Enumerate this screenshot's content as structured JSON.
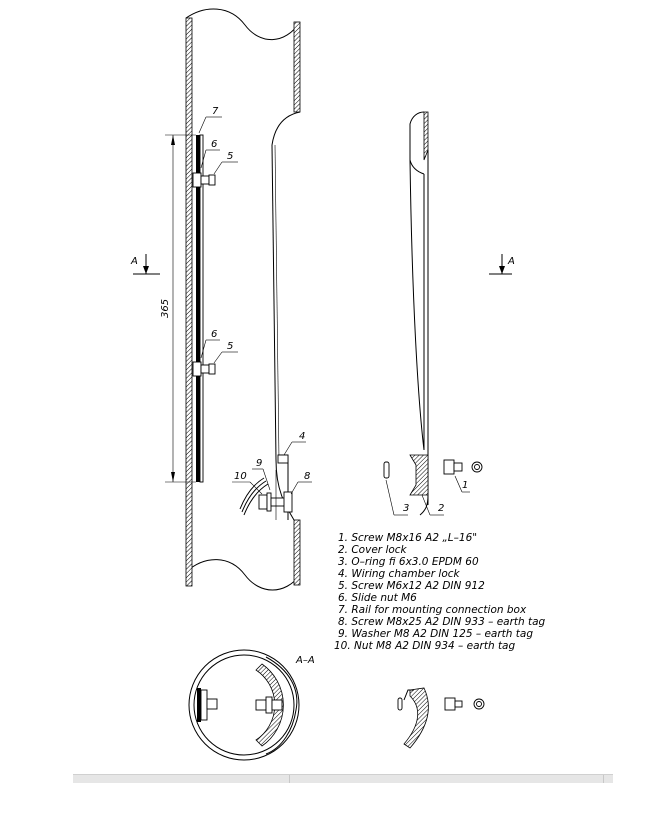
{
  "callouts": {
    "top_7": "7",
    "top_6": "6",
    "top_5": "5",
    "mid_6": "6",
    "mid_5": "5",
    "bot_4": "4",
    "bot_9": "9",
    "bot_10": "10",
    "bot_8": "8",
    "side_1": "1",
    "side_2": "2",
    "side_3": "3"
  },
  "dimension": "365",
  "section_mark_left": "A",
  "section_mark_right": "A",
  "section_title": "A–A",
  "legend": [
    "1. Screw M8x16 A2 „L–16\"",
    "2. Cover lock",
    "3. O–ring fi 6x3.0 EPDM 60",
    "4. Wiring chamber lock",
    "5. Screw M6x12 A2 DIN 912",
    "6. Slide nut M6",
    "7. Rail for mounting connection box",
    "8. Screw M8x25 A2 DIN 933 – earth tag",
    "9. Washer M8 A2 DIN 125 – earth tag",
    "10. Nut M8 A2 DIN 934 – earth tag"
  ]
}
